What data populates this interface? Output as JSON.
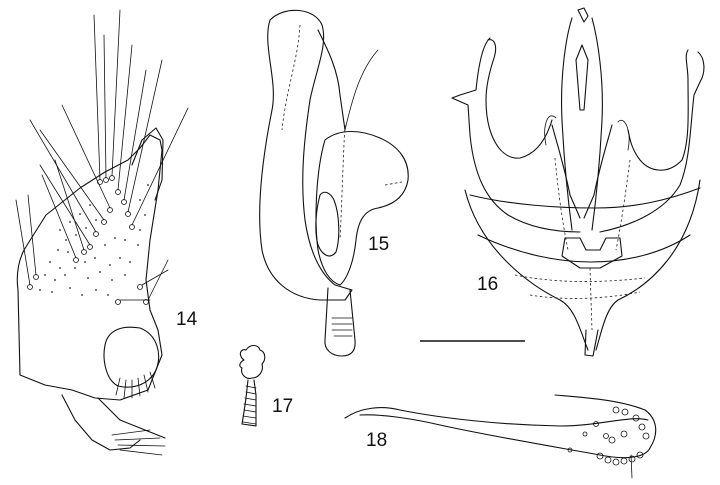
{
  "figures": [
    {
      "id": "fig-14",
      "label": "14"
    },
    {
      "id": "fig-15",
      "label": "15"
    },
    {
      "id": "fig-16",
      "label": "16"
    },
    {
      "id": "fig-17",
      "label": "17"
    },
    {
      "id": "fig-18",
      "label": "18"
    }
  ]
}
